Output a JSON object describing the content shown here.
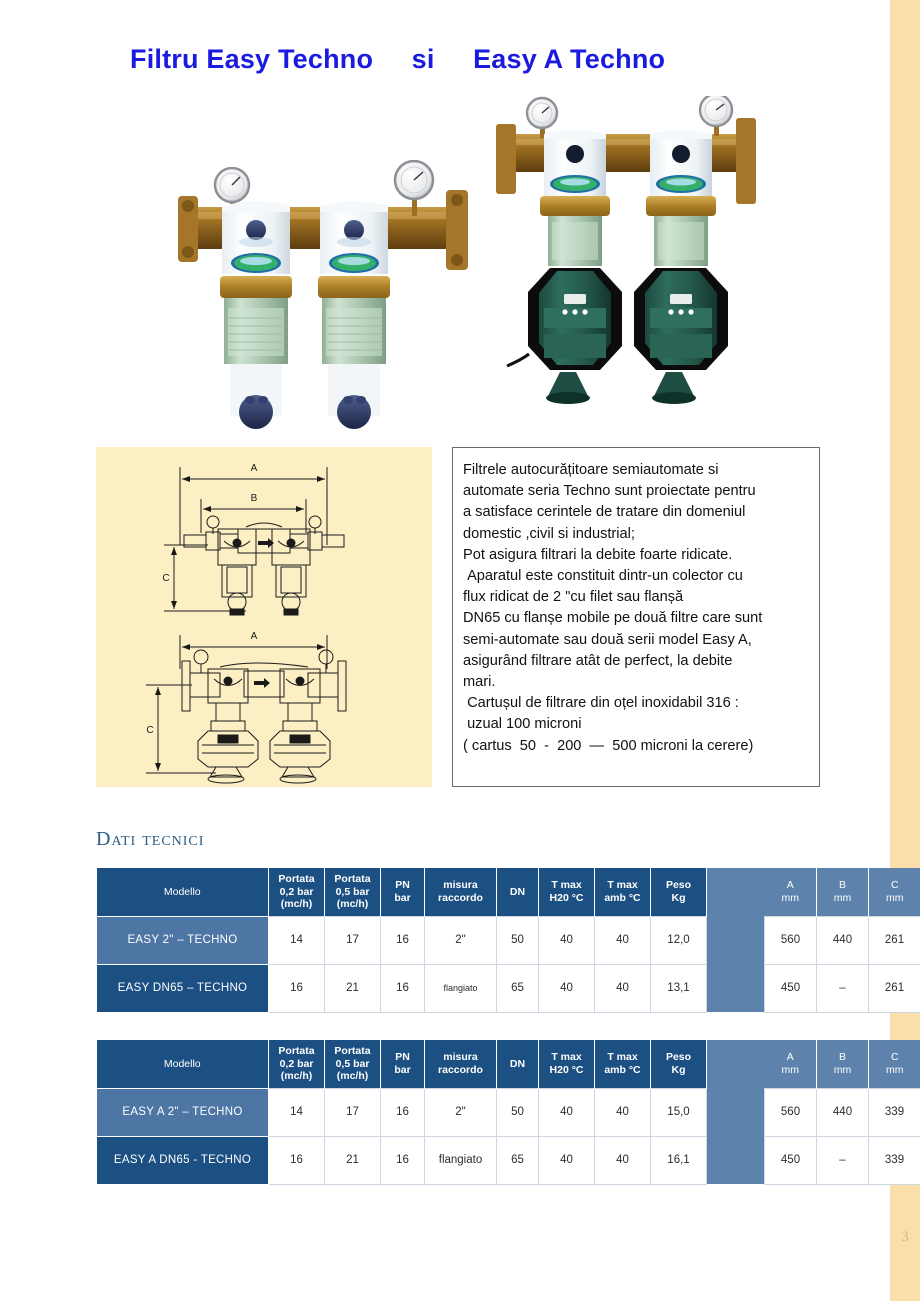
{
  "page": {
    "title": "Filtru Easy Techno     si     Easy A Techno",
    "number": "3",
    "accent_blue": "#1b1bdf",
    "bar_color": "#fbdfab",
    "panel_color": "#fcefc4",
    "table_header_color": "#1c4f82",
    "table_gap_color": "#5d82ab",
    "heading_color": "#2b5d86"
  },
  "photos": [
    {
      "name": "easy-techno-filter-photo",
      "alt": "Filtru Easy Techno - doua filtre semiautomate cu manometre si colector din alama"
    },
    {
      "name": "easy-a-techno-filter-photo",
      "alt": "Filtru Easy A Techno - doua filtre automate cu actuatoare negre si manometre"
    }
  ],
  "drawings": [
    {
      "name": "dimension-drawing-easy-techno",
      "labels": [
        "A",
        "B",
        "C"
      ]
    },
    {
      "name": "dimension-drawing-easy-a-techno",
      "labels": [
        "A",
        "C"
      ]
    }
  ],
  "description": {
    "lines": [
      "Filtrele autocurățitoare semiautomate si",
      "automate seria Techno sunt proiectate pentru",
      "a satisface cerintele de tratare din domeniul",
      "domestic ,civil si industrial;",
      "Pot asigura filtrari la debite foarte ridicate.",
      " Aparatul este constituit dintr-un colector cu",
      "flux ridicat de 2 \"cu filet sau flanșă",
      "DN65 cu flanșe mobile pe două filtre care sunt",
      "semi-automate sau două serii model Easy A,",
      "asigurând filtrare atât de perfect, la debite",
      "mari.",
      " Cartușul de filtrare din oțel inoxidabil 316 :",
      " uzual 100 microni",
      "( cartus  50  -  200  —  500 microni la cerere)"
    ]
  },
  "section": {
    "heading": "Dati tecnici"
  },
  "tables": [
    {
      "id": "tabel-easy-techno",
      "headers": {
        "modello": "Modello",
        "portata_02": "Portata\n0,2 bar\n(mc/h)",
        "portata_05": "Portata\n0,5 bar\n(mc/h)",
        "pn": "PN\nbar",
        "misura": "misura\nraccordo",
        "dn": "DN",
        "tmax_h20": "T max\nH20 °C",
        "tmax_amb": "T max\namb °C",
        "peso": "Peso\nKg",
        "gap": "",
        "dim_a": "A\nmm",
        "dim_b": "B\nmm",
        "dim_c": "C\nmm"
      },
      "rows": [
        {
          "modello": "EASY 2\" – TECHNO",
          "portata_02": "14",
          "portata_05": "17",
          "pn": "16",
          "misura": "2\"",
          "dn": "50",
          "tmax_h20": "40",
          "tmax_amb": "40",
          "peso": "12,0",
          "gap": "",
          "dim_a": "560",
          "dim_b": "440",
          "dim_c": "261"
        },
        {
          "modello": "EASY DN65 – TECHNO",
          "portata_02": "16",
          "portata_05": "21",
          "pn": "16",
          "misura": "flangiato",
          "dn": "65",
          "tmax_h20": "40",
          "tmax_amb": "40",
          "peso": "13,1",
          "gap": "",
          "dim_a": "450",
          "dim_b": "–",
          "dim_c": "261"
        }
      ]
    },
    {
      "id": "tabel-easy-a-techno",
      "headers": {
        "modello": "Modello",
        "portata_02": "Portata\n0,2 bar\n(mc/h)",
        "portata_05": "Portata\n0,5 bar\n(mc/h)",
        "pn": "PN\nbar",
        "misura": "misura\nraccordo",
        "dn": "DN",
        "tmax_h20": "T max\nH20 °C",
        "tmax_amb": "T max\namb °C",
        "peso": "Peso\nKg",
        "gap": "",
        "dim_a": "A\nmm",
        "dim_b": "B\nmm",
        "dim_c": "C\nmm"
      },
      "rows": [
        {
          "modello": "EASY A 2\" – TECHNO",
          "portata_02": "14",
          "portata_05": "17",
          "pn": "16",
          "misura": "2\"",
          "dn": "50",
          "tmax_h20": "40",
          "tmax_amb": "40",
          "peso": "15,0",
          "gap": "",
          "dim_a": "560",
          "dim_b": "440",
          "dim_c": "339"
        },
        {
          "modello": "EASY A DN65 - TECHNO",
          "portata_02": "16",
          "portata_05": "21",
          "pn": "16",
          "misura": "flangiato",
          "dn": "65",
          "tmax_h20": "40",
          "tmax_amb": "40",
          "peso": "16,1",
          "gap": "",
          "dim_a": "450",
          "dim_b": "–",
          "dim_c": "339"
        }
      ]
    }
  ]
}
